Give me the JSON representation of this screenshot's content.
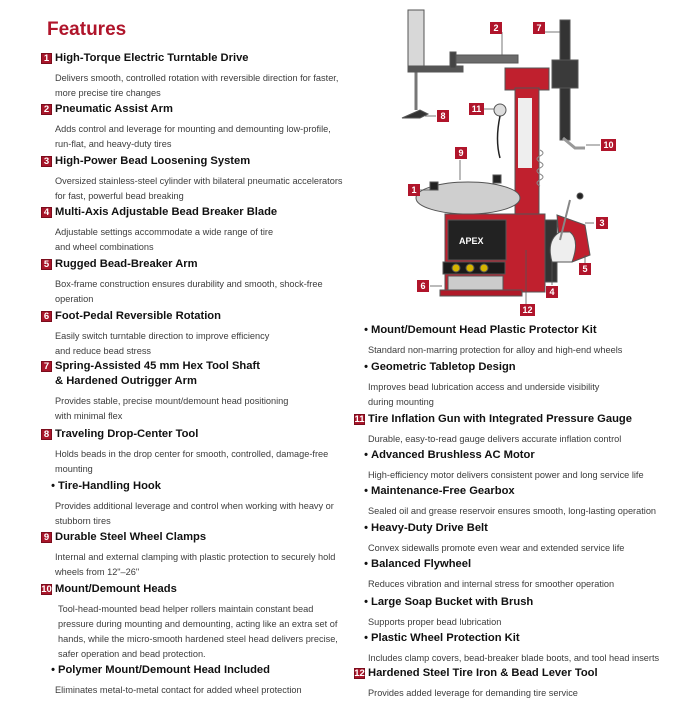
{
  "title": "Features",
  "colors": {
    "accent": "#b0152b",
    "badge": "#a8162a",
    "machine_red": "#c0202e"
  },
  "left_items": [
    {
      "marker": "1",
      "heading": "High-Torque Electric Turntable Drive",
      "lines": [
        "Delivers smooth, controlled rotation with reversible direction for faster,",
        "more precise tire changes"
      ]
    },
    {
      "marker": "2",
      "heading": "Pneumatic Assist Arm",
      "lines": [
        "Adds control and leverage for mounting and demounting low-profile,",
        "run-flat, and  heavy-duty tires"
      ]
    },
    {
      "marker": "3",
      "heading": "High-Power Bead Loosening System",
      "lines": [
        "Oversized stainless-steel cylinder with bilateral pneumatic accelerators",
        "for fast, powerful bead breaking"
      ]
    },
    {
      "marker": "4",
      "heading": "Multi-Axis Adjustable Bead Breaker Blade",
      "lines": [
        "Adjustable settings accommodate a wide range of tire",
        "and wheel combinations"
      ]
    },
    {
      "marker": "5",
      "heading": "Rugged Bead-Breaker Arm",
      "lines": [
        "Box-frame construction ensures durability and smooth, shock-free",
        "operation"
      ]
    },
    {
      "marker": "6",
      "heading": "Foot-Pedal Reversible Rotation",
      "lines": [
        "Easily switch turntable direction to improve efficiency",
        "and reduce bead stress"
      ]
    },
    {
      "marker": "7",
      "heading": "Spring-Assisted 45 mm Hex Tool Shaft",
      "heading2": "& Hardened Outrigger Arm",
      "lines": [
        "Provides stable, precise mount/demount head positioning",
        "with minimal flex"
      ]
    },
    {
      "marker": "8",
      "heading": "Traveling Drop-Center Tool",
      "lines": [
        "Holds beads in the drop center for smooth, controlled, damage-free",
        "mounting"
      ]
    },
    {
      "marker": "•",
      "heading": "Tire-Handling Hook",
      "lines": [
        "Provides additional leverage and control when working with heavy or",
        "stubborn tires"
      ]
    },
    {
      "marker": "9",
      "heading": "Durable Steel Wheel Clamps",
      "lines": [
        "Internal and external clamping with plastic protection to securely hold",
        "wheels from 12\"–26\""
      ]
    },
    {
      "marker": "10",
      "heading": "Mount/Demount Heads",
      "lines": [
        "Tool-head-mounted bead helper rollers maintain constant bead",
        "pressure during mounting and demounting, acting like an extra set of",
        "hands, while the micro-smooth hardened steel head delivers precise,",
        "safer operation and bead protection."
      ]
    },
    {
      "marker": "•",
      "heading": "Polymer Mount/Demount Head Included",
      "lines": [
        "Eliminates metal-to-metal contact for added wheel protection"
      ]
    }
  ],
  "right_items": [
    {
      "marker": "•",
      "heading": "Mount/Demount Head Plastic Protector Kit",
      "lines": [
        "Standard non-marring protection for alloy and high-end wheels"
      ]
    },
    {
      "marker": "•",
      "heading": "Geometric Tabletop Design",
      "lines": [
        "Improves bead lubrication access and underside visibility",
        "during mounting"
      ]
    },
    {
      "marker": "11",
      "heading": "Tire Inflation Gun with Integrated Pressure Gauge",
      "lines": [
        "Durable, easy-to-read gauge delivers accurate inflation control"
      ]
    },
    {
      "marker": "•",
      "heading": "Advanced Brushless AC Motor",
      "lines": [
        "High-efficiency motor delivers consistent power and long service life"
      ]
    },
    {
      "marker": "•",
      "heading": "Maintenance-Free Gearbox",
      "lines": [
        "Sealed oil and grease reservoir ensures smooth, long-lasting operation"
      ]
    },
    {
      "marker": "•",
      "heading": "Heavy-Duty Drive Belt",
      "lines": [
        "Convex sidewalls promote even wear and extended service life"
      ]
    },
    {
      "marker": "•",
      "heading": "Balanced Flywheel",
      "lines": [
        "Reduces vibration and internal stress for smoother operation"
      ]
    },
    {
      "marker": "•",
      "heading": "Large Soap Bucket with Brush",
      "lines": [
        "Supports proper bead lubrication"
      ]
    },
    {
      "marker": "•",
      "heading": "Plastic Wheel Protection Kit",
      "lines": [
        "Includes clamp covers, bead-breaker blade boots, and tool head inserts"
      ]
    },
    {
      "marker": "12",
      "heading": "Hardened Steel Tire Iron & Bead Lever Tool",
      "lines": [
        "Provides added leverage for demanding tire service"
      ]
    }
  ],
  "machine": {
    "brand": "APEX",
    "callouts": [
      "1",
      "2",
      "3",
      "4",
      "5",
      "6",
      "7",
      "8",
      "9",
      "10",
      "11",
      "12"
    ]
  }
}
